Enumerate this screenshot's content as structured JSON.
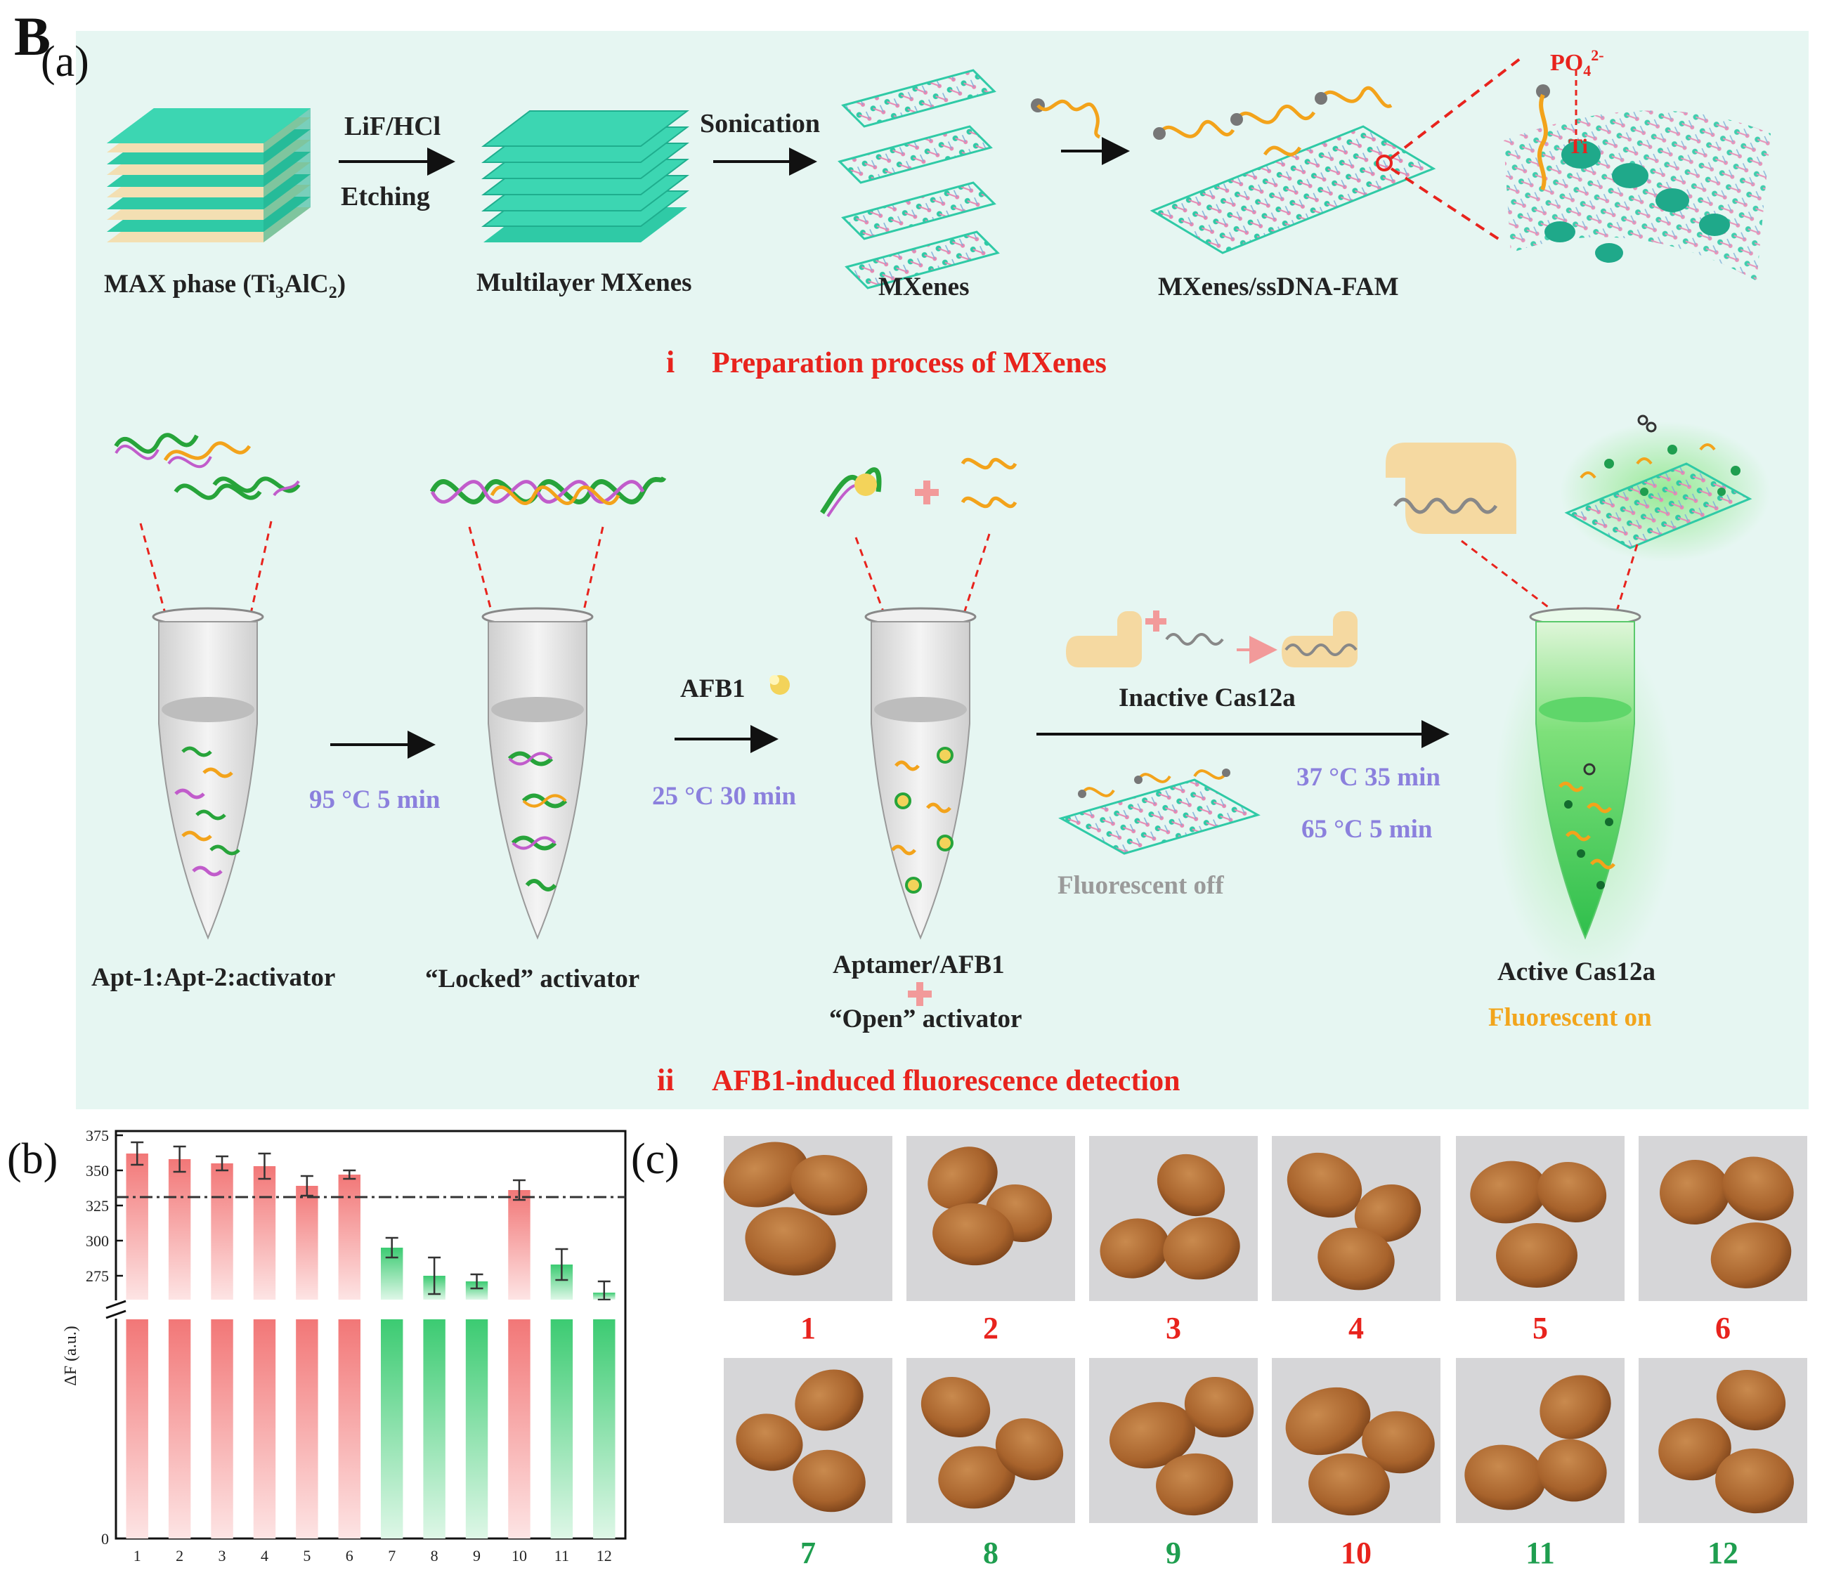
{
  "figure_letter": "B",
  "panel_a": {
    "label": "(a)",
    "section_i": {
      "roman": "i",
      "title": "Preparation process of MXenes",
      "steps": [
        {
          "label_pre": "MAX phase (Ti",
          "label_sub1": "3",
          "label_mid": "AlC",
          "label_sub2": "2",
          "label_post": ")"
        },
        {
          "label": "Multilayer MXenes"
        },
        {
          "label": "MXenes"
        },
        {
          "label": "MXenes/ssDNA-FAM"
        }
      ],
      "arrow1_top": "LiF/HCl",
      "arrow1_bottom": "Etching",
      "arrow2_top": "Sonication",
      "zoom_label_po4": "PO",
      "zoom_label_po4_sub": "4",
      "zoom_label_po4_sup": "2-",
      "zoom_label_ti": "Ti"
    },
    "section_ii": {
      "roman": "ii",
      "title": "AFB1-induced fluorescence detection",
      "tube1_label": "Apt-1:Apt-2:activator",
      "tube2_label": "“Locked” activator",
      "tube3_label_1": "Aptamer/AFB1",
      "tube3_label_2": "“Open” activator",
      "tube4_label": "Active Cas12a",
      "tube4_sublabel": "Fluorescent  on",
      "step1_condition": "95 °C 5 min",
      "step2_reagent": "AFB1",
      "step2_condition": "25 °C 30 min",
      "inactive_label": "Inactive Cas12a",
      "step3_condition_1": "37 °C 35 min",
      "step3_condition_2": "65 °C 5 min",
      "fluor_off_label": "Fluorescent  off"
    }
  },
  "panel_b": {
    "label": "(b)"
  },
  "panel_c": {
    "label": "(c)",
    "samples": [
      {
        "number": "1",
        "status": "positive"
      },
      {
        "number": "2",
        "status": "positive"
      },
      {
        "number": "3",
        "status": "positive"
      },
      {
        "number": "4",
        "status": "positive"
      },
      {
        "number": "5",
        "status": "positive"
      },
      {
        "number": "6",
        "status": "positive"
      },
      {
        "number": "7",
        "status": "negative"
      },
      {
        "number": "8",
        "status": "negative"
      },
      {
        "number": "9",
        "status": "negative"
      },
      {
        "number": "10",
        "status": "positive"
      },
      {
        "number": "11",
        "status": "negative"
      },
      {
        "number": "12",
        "status": "negative"
      }
    ]
  },
  "colors": {
    "panel_bg": "#e6f6f2",
    "mxene_green": "#2fcaa6",
    "mxene_stripe": "#f3dfb2",
    "title_red": "#e8231d",
    "condition_purple": "#8b80dd",
    "positive_red": "#e8231d",
    "negative_green": "#1f9e4f",
    "fluor_on_orange": "#f2a51c",
    "fluor_off_gray": "#9a9a9a",
    "bar_red": "#f27777",
    "bar_green": "#3ccb72",
    "strand_orange": "#f3a31b",
    "strand_green": "#27a43a",
    "strand_purple": "#c15ccb"
  },
  "chart_data": {
    "type": "bar",
    "title": "",
    "xlabel": "",
    "ylabel": "ΔF (a.u.)",
    "categories": [
      "1",
      "2",
      "3",
      "4",
      "5",
      "6",
      "7",
      "8",
      "9",
      "10",
      "11",
      "12"
    ],
    "values": [
      362,
      358,
      355,
      353,
      339,
      347,
      295,
      275,
      271,
      336,
      283,
      263
    ],
    "errors": [
      8,
      9,
      5,
      9,
      7,
      3,
      7,
      13,
      5,
      7,
      11,
      8
    ],
    "bar_status": [
      "positive",
      "positive",
      "positive",
      "positive",
      "positive",
      "positive",
      "negative",
      "negative",
      "negative",
      "positive",
      "negative",
      "negative"
    ],
    "y_ticks": [
      0,
      275,
      300,
      325,
      350,
      375
    ],
    "ylim_upper": [
      258,
      378
    ],
    "axis_break": true,
    "threshold": 331,
    "threshold_style": "dash-dot"
  }
}
